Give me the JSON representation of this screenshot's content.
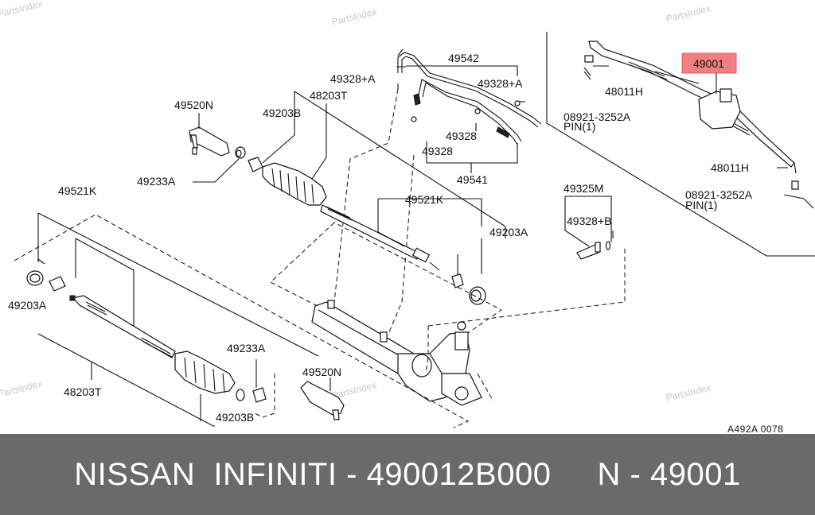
{
  "watermark": "PartsIndex",
  "diagram_code": "A492A 0078",
  "labels": {
    "l49542": "49542",
    "l49328a_1": "49328+A",
    "l49328a_2": "49328+A",
    "l48203t_1": "48203T",
    "l49520n_1": "49520N",
    "l49203b_1": "49203B",
    "l49328": "49328",
    "l49328_2": "49328",
    "l49541": "49541",
    "l49233a_1": "49233A",
    "l49521k_1": "49521K",
    "l49521k_2": "49521K",
    "l49203a_1": "49203A",
    "l49203a_2": "49203A",
    "l48203t_2": "48203T",
    "l49233a_2": "49233A",
    "l49520n_2": "49520N",
    "l49203b_2": "49203B",
    "l49325m": "49325M",
    "l49328b": "49328+B",
    "l49001": "49001",
    "l48011h_1": "48011H",
    "l08921_1": "08921-3252A",
    "lpin_1": "PIN(1)",
    "l48011h_2": "48011H",
    "l08921_2": "08921-3252A",
    "lpin_2": "PIN(1)"
  },
  "highlight_color": "#f08080",
  "footer": {
    "text": "NISSAN  INFINITI - 490012B000     N - 49001",
    "background": "#6a6a6a"
  }
}
